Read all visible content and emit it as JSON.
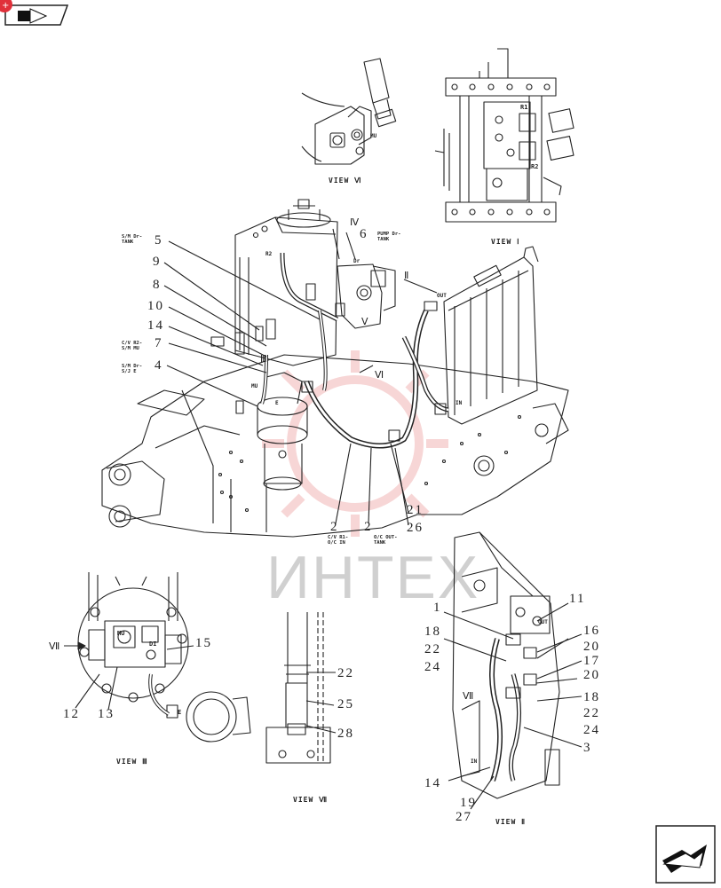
{
  "watermark": {
    "text": "ИНТЕХ"
  },
  "views": {
    "view_vi_top": "VIEW Ⅵ",
    "view_i": "VIEW Ⅰ",
    "view_iii": "VIEW Ⅲ",
    "view_vii": "VIEW Ⅶ",
    "view_ii": "VIEW Ⅱ"
  },
  "notes": {
    "sm_dr_tank": [
      "S/M Dr-",
      "TANK"
    ],
    "pump_dr_tank": [
      "PUMP Dr-",
      "TANK"
    ],
    "cv_r2_sm_mu": [
      "C/V R2-",
      "S/M MU"
    ],
    "sm_dr_sje": [
      "S/M Dr-",
      "S/J E"
    ],
    "cv_r1_oc_in": [
      "C/V R1-",
      "O/C IN"
    ],
    "oc_out_tank": [
      "O/C OUT-",
      "TANK"
    ]
  },
  "component_labels": {
    "r1": "R1",
    "r2": "R2",
    "r2b": "R2",
    "mu": "MU",
    "mu2": "MU",
    "mu3": "MU",
    "dr": "Dr",
    "out": "OUT",
    "out2": "OUT",
    "in": "IN",
    "in2": "IN",
    "e": "E",
    "e2": "E",
    "di": "DI"
  },
  "roman": {
    "iv": "Ⅳ",
    "ii": "Ⅱ",
    "v": "Ⅴ",
    "vi": "Ⅵ",
    "iii": "Ⅲ",
    "vii_a": "Ⅶ",
    "vii_b": "Ⅶ"
  },
  "callouts": {
    "c5": "5",
    "c9": "9",
    "c8": "8",
    "c10": "10",
    "c14a": "14",
    "c7": "7",
    "c4": "4",
    "c6": "6",
    "c2a": "2",
    "c2b": "2",
    "c21": "21",
    "c26": "26",
    "c15": "15",
    "c12": "12",
    "c13": "13",
    "c22a": "22",
    "c25": "25",
    "c28": "28",
    "c1": "1",
    "c11": "11",
    "c18a": "18",
    "c16": "16",
    "c22b": "22",
    "c20a": "20",
    "c24a": "24",
    "c17": "17",
    "c20b": "20",
    "c18b": "18",
    "c22c": "22",
    "c24b": "24",
    "c3": "3",
    "c14b": "14",
    "c19": "19",
    "c27": "27"
  }
}
